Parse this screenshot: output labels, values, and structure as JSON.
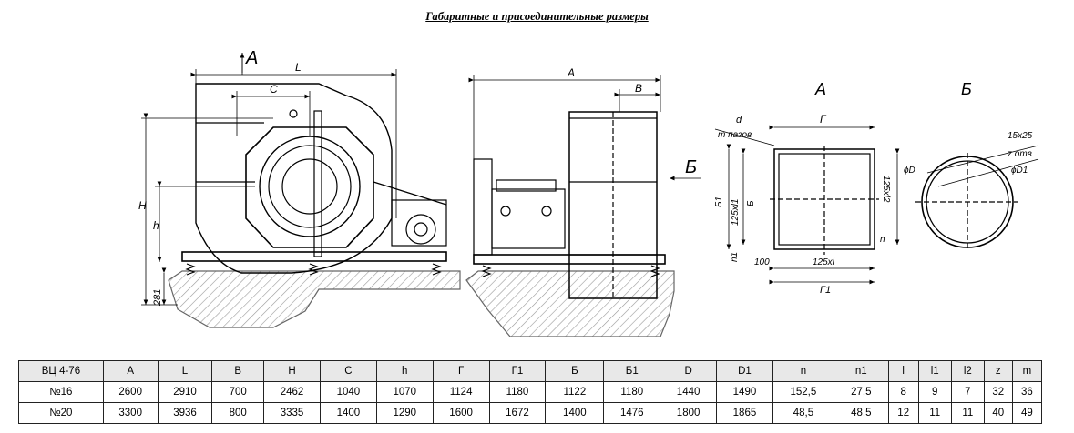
{
  "title": "Габаритные и присоединительные размеры",
  "drawing_labels": {
    "view_a_arrow": "A",
    "view_b_arrow": "Б",
    "dim_L": "L",
    "dim_C": "C",
    "dim_H": "H",
    "dim_h": "h",
    "dim_281": "281",
    "dim_A": "A",
    "dim_B": "B",
    "view_a_title": "A",
    "view_b_title": "Б",
    "d_label": "d",
    "m_slots": "m пазов",
    "g_label": "Г",
    "b1_label": "Б1",
    "b_label": "Б",
    "l1_label": "125xl1",
    "l2_label": "125xl2",
    "n1_label": "n1",
    "n_label": "n",
    "dim_100": "100",
    "l_label": "125xl",
    "g1_label": "Г1",
    "slot_15x25": "15x25",
    "z_holes": "z отв",
    "phi_d": "ϕD",
    "phi_d1": "ϕD1"
  },
  "table": {
    "headers": [
      "ВЦ 4-76",
      "A",
      "L",
      "B",
      "H",
      "C",
      "h",
      "Г",
      "Г1",
      "Б",
      "Б1",
      "D",
      "D1",
      "n",
      "n1",
      "l",
      "l1",
      "l2",
      "z",
      "m"
    ],
    "rows": [
      [
        "№16",
        "2600",
        "2910",
        "700",
        "2462",
        "1040",
        "1070",
        "1124",
        "1180",
        "1122",
        "1180",
        "1440",
        "1490",
        "152,5",
        "27,5",
        "8",
        "9",
        "7",
        "32",
        "36"
      ],
      [
        "№20",
        "3300",
        "3936",
        "800",
        "3335",
        "1400",
        "1290",
        "1600",
        "1672",
        "1400",
        "1476",
        "1800",
        "1865",
        "48,5",
        "48,5",
        "12",
        "11",
        "11",
        "40",
        "49"
      ]
    ]
  }
}
